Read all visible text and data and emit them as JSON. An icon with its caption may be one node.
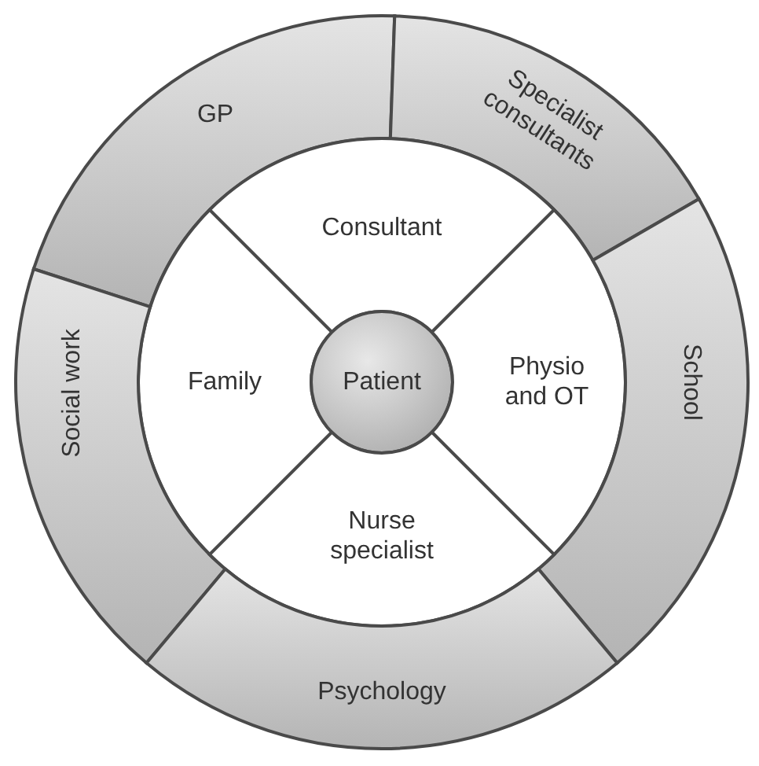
{
  "diagram": {
    "nodes": [
      {
        "text": [
          "GP"
        ]
      },
      {
        "text": [
          "Specialist consultants"
        ]
      },
      {
        "text": [
          "Consultant"
        ]
      },
      {
        "text": [
          "Family"
        ]
      },
      {
        "text": [
          "Patient"
        ]
      },
      {
        "text": [
          "Physio and OT"
        ]
      },
      {
        "text": [
          "Social work"
        ]
      },
      {
        "text": [
          "School"
        ]
      },
      {
        "text": [
          "Nurse specialist"
        ]
      },
      {
        "text": [
          "Psychology"
        ]
      }
    ]
  }
}
